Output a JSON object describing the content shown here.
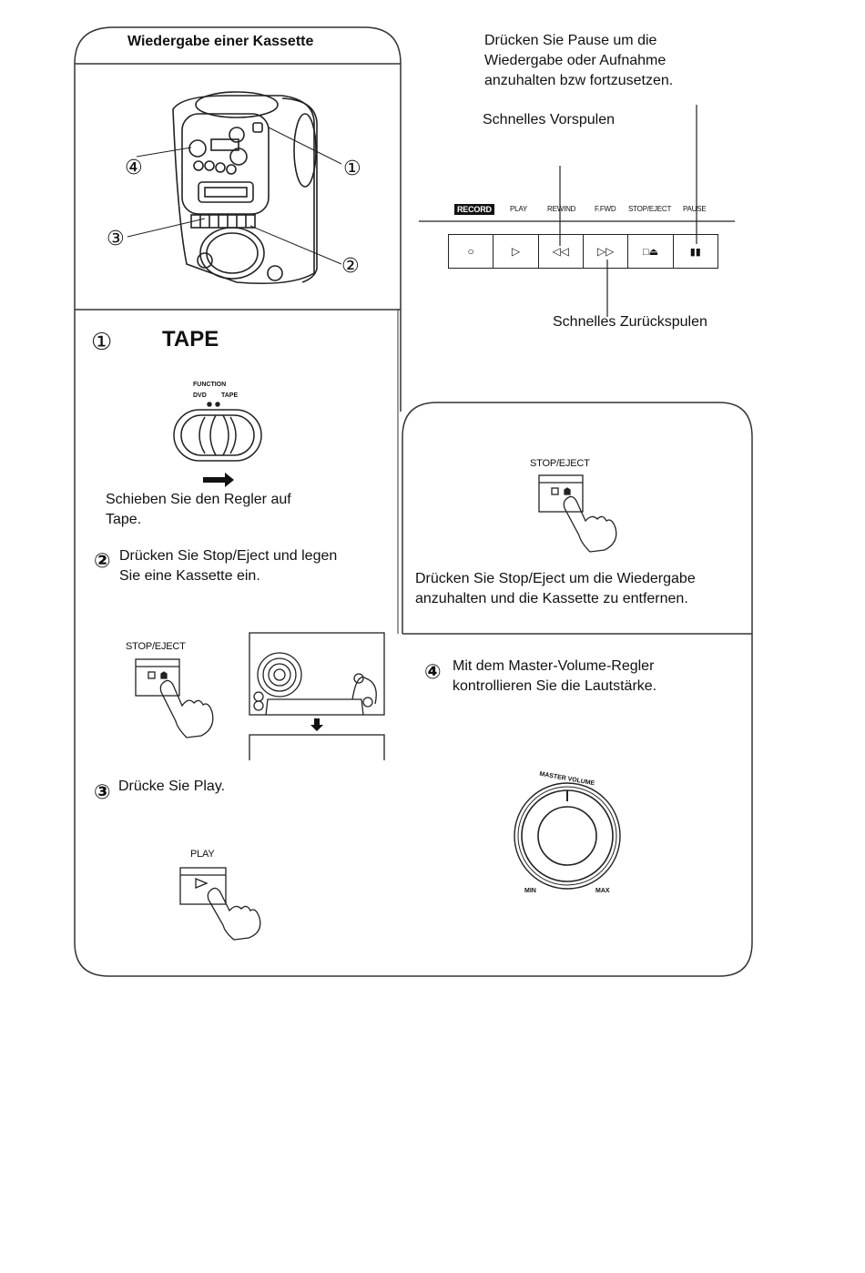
{
  "manual": {
    "title": "Wiedergabe einer Kassette",
    "callouts": {
      "pause": "Drücken Sie Pause um die\nWiedergabe oder Aufnahme\nanzuhalten bzw fortzusetzen.",
      "fast_forward": "Schnelles Vorspulen",
      "rewind": "Schnelles Zurückspulen"
    },
    "button_labels": [
      "RECORD",
      "PLAY",
      "REWIND",
      "F.FWD",
      "STOP/EJECT",
      "PAUSE"
    ],
    "button_symbols": [
      "○",
      "▷",
      "◁◁",
      "▷▷",
      "□⏏",
      "▮▮"
    ],
    "device_markers": [
      "①",
      "②",
      "③",
      "④"
    ],
    "step1": {
      "number": "①",
      "heading": "TAPE",
      "function_label": "FUNCTION",
      "dvd_label": "DVD",
      "tape_label": "TAPE",
      "text": "Schieben Sie den Regler auf\nTape."
    },
    "step2": {
      "number": "②",
      "text": "Drücken Sie Stop/Eject und legen\nSie eine Kassette ein.",
      "button_label": "STOP/EJECT"
    },
    "step3": {
      "number": "③",
      "text": "Drücke Sie Play.",
      "button_label": "PLAY"
    },
    "step4": {
      "number": "④",
      "text": "Mit dem Master-Volume-Regler\nkontrollieren Sie die Lautstärke.",
      "knob_label": "MASTER VOLUME",
      "min_label": "MIN",
      "max_label": "MAX"
    },
    "stop_box": {
      "button_label": "STOP/EJECT",
      "text": "Drücken Sie Stop/Eject um die Wiedergabe\nanzuhalten und die Kassette zu entfernen."
    }
  }
}
